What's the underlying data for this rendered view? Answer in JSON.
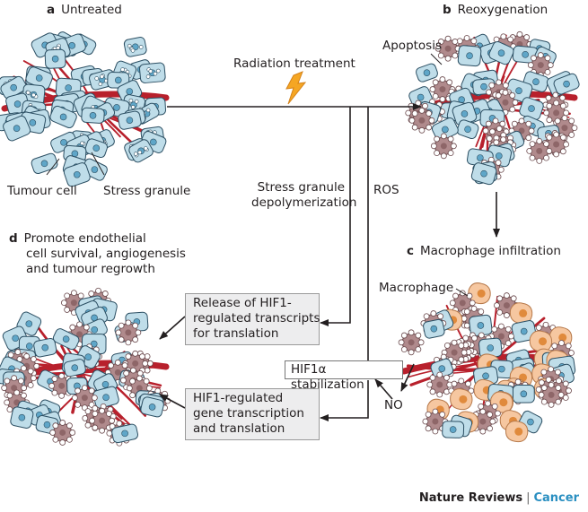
{
  "panels": {
    "a": {
      "letter": "a",
      "title": "Untreated"
    },
    "b": {
      "letter": "b",
      "title": "Reoxygenation"
    },
    "c": {
      "letter": "c",
      "title": "Macrophage infiltration"
    },
    "d": {
      "letter": "d",
      "lines": [
        "Promote endothelial",
        "cell survival, angiogenesis",
        "and tumour regrowth"
      ]
    }
  },
  "labels": {
    "tumour_cell": "Tumour cell",
    "stress_granule": "Stress granule",
    "apoptosis": "Apoptosis",
    "macrophage": "Macrophage",
    "radiation": "Radiation treatment",
    "depolymerization": [
      "Stress granule",
      "depolymerization"
    ],
    "ros": "ROS",
    "no": "NO"
  },
  "boxes": {
    "release": [
      "Release of HIF1-",
      "regulated transcripts",
      "for translation"
    ],
    "hif_stab": "HIF1α stabilization",
    "gene": [
      "HIF1-regulated",
      "gene transcription",
      "and translation"
    ]
  },
  "credit": {
    "journal": "Nature Reviews",
    "separator": "|",
    "section": "Cancer"
  },
  "colors": {
    "tumour_cell": "#bfdde9",
    "cell_outline": "#2c4f63",
    "nucleus": "#5fa6c8",
    "apoptotic_cell": "#b08a8c",
    "macrophage": "#f6c7a0",
    "vessel": "#b8202c",
    "accent_blue": "#2a8fc1",
    "box_fill": "#ededee"
  }
}
